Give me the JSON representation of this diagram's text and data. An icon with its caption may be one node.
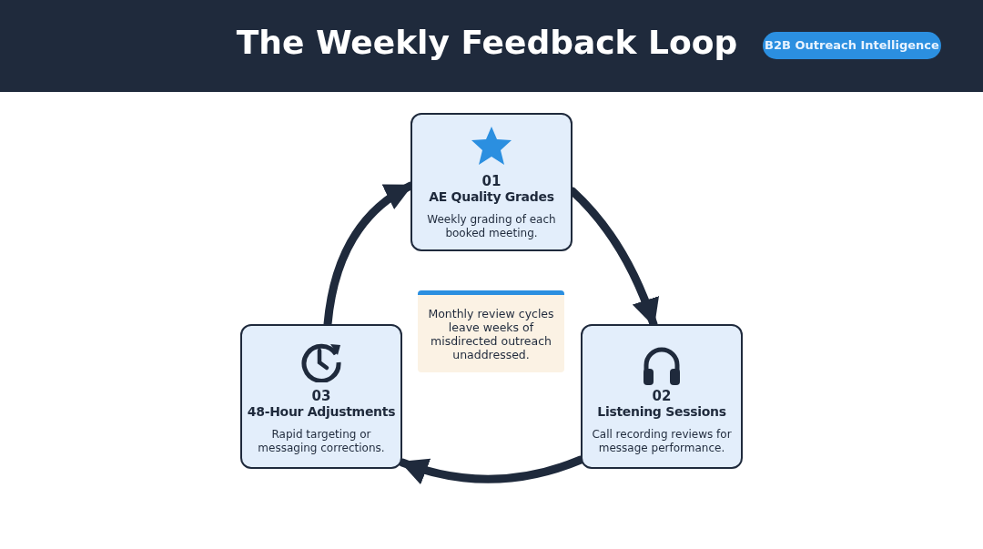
{
  "diagram": {
    "title": "The Weekly Feedback Loop",
    "nodes": [
      {
        "text": [
          "01",
          "AE Quality Grades",
          "Weekly grading of each booked meeting."
        ]
      },
      {
        "text": [
          "02",
          "Listening Sessions",
          "Call recording reviews for message performance."
        ]
      },
      {
        "text": [
          "03",
          "48-Hour Adjustments",
          "Rapid targeting or messaging corrections."
        ]
      },
      {
        "text": [
          "Monthly review cycles leave weeks of misdirected outreach unaddressed."
        ]
      }
    ],
    "edges": [
      {
        "from": 0,
        "to": 1,
        "arrow": "to"
      },
      {
        "from": 1,
        "to": 2,
        "arrow": "to"
      },
      {
        "from": 2,
        "to": 0,
        "arrow": "to"
      }
    ],
    "labels": [
      "B2B Outreach Intelligence"
    ]
  }
}
